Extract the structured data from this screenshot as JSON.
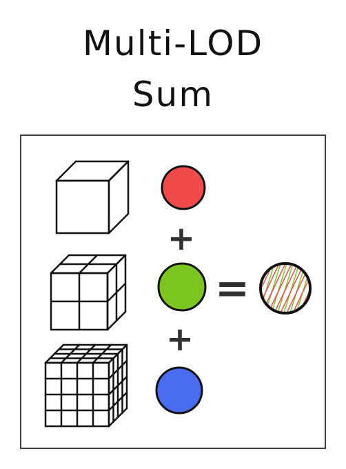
{
  "title": {
    "line1": "Multi-LOD",
    "line2": "Sum"
  },
  "operators": {
    "plus": "+",
    "equals": "="
  },
  "colors": {
    "red": "#f04a4a",
    "green": "#7cc520",
    "blue": "#4a6cf0",
    "stroke": "#111111",
    "frame": "#3a3d44"
  },
  "lod_levels": [
    {
      "grid": 1,
      "color": "red"
    },
    {
      "grid": 2,
      "color": "green"
    },
    {
      "grid": 4,
      "color": "blue"
    }
  ]
}
